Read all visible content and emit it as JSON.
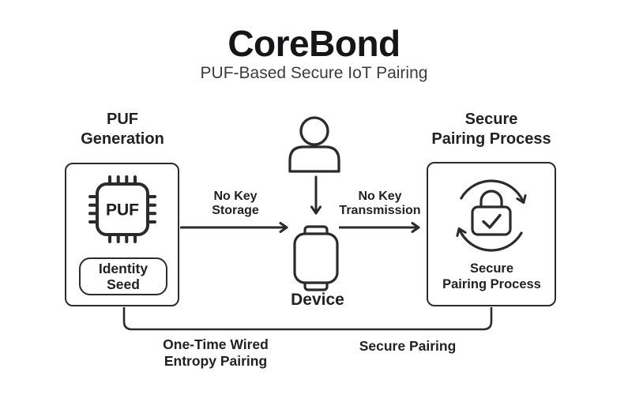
{
  "title": "CoreBond",
  "subtitle": "PUF-Based Secure IoT Pairing",
  "colors": {
    "ink": "#1d1d1f",
    "stroke": "#2b2b2b",
    "background": "#ffffff"
  },
  "left_section": {
    "heading_lines": [
      "PUF",
      "Generation"
    ],
    "chip_label": "PUF",
    "seed_lines": [
      "Identity",
      "Seed"
    ],
    "icon": "chip-icon"
  },
  "center_section": {
    "device_label": "Device",
    "person_icon": "person-icon",
    "device_icon": "device-icon"
  },
  "right_section": {
    "heading_lines": [
      "Secure",
      "Pairing Process"
    ],
    "caption_lines": [
      "Secure",
      "Pairing Process"
    ],
    "icon": "lock-sync-icon"
  },
  "arrows": {
    "left_label_lines": [
      "No Key",
      "Storage"
    ],
    "right_label_lines": [
      "No Key",
      "Transmission"
    ],
    "bottom_left_label_lines": [
      "One-Time Wired",
      "Entropy Pairing"
    ],
    "bottom_right_label": "Secure Pairing"
  }
}
